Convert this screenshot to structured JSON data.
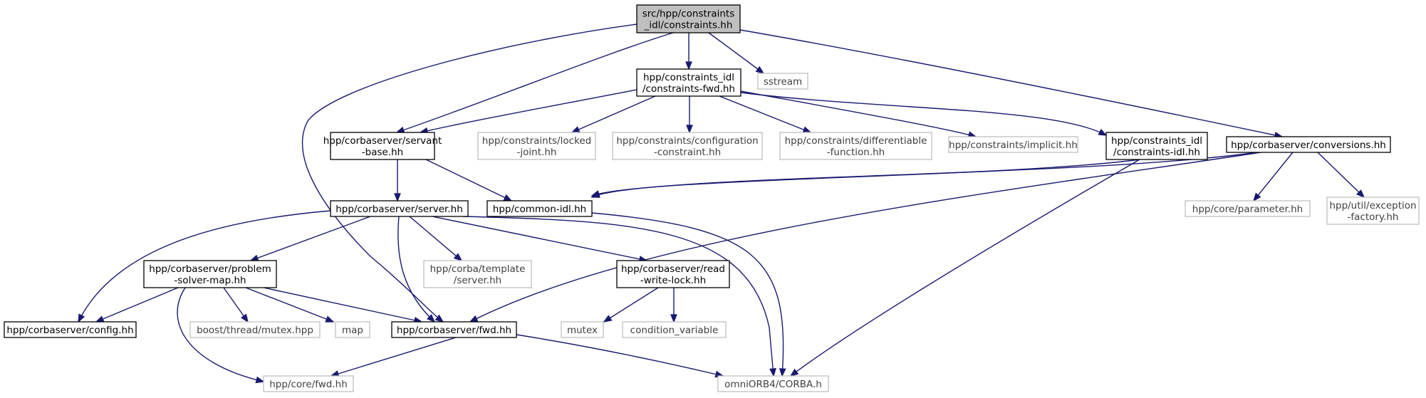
{
  "colors": {
    "edge": "#191970",
    "root_fill": "#bfbfbf",
    "documented_border": "#000000",
    "external_border": "#bfbfbf"
  },
  "nodes": [
    {
      "id": "root",
      "kind": "root",
      "lines": [
        "src/hpp/constraints",
        "_idl/constraints.hh"
      ]
    },
    {
      "id": "cfwd",
      "kind": "doc",
      "lines": [
        "hpp/constraints_idl",
        "/constraints-fwd.hh"
      ]
    },
    {
      "id": "sstream",
      "kind": "ext",
      "lines": [
        "sstream"
      ]
    },
    {
      "id": "sbase",
      "kind": "doc",
      "lines": [
        "hpp/corbaserver/servant",
        "-base.hh"
      ]
    },
    {
      "id": "locked",
      "kind": "ext",
      "lines": [
        "hpp/constraints/locked",
        "-joint.hh"
      ]
    },
    {
      "id": "confc",
      "kind": "ext",
      "lines": [
        "hpp/constraints/configuration",
        "-constraint.hh"
      ]
    },
    {
      "id": "difff",
      "kind": "ext",
      "lines": [
        "hpp/constraints/differentiable",
        "-function.hh"
      ]
    },
    {
      "id": "impl",
      "kind": "ext",
      "lines": [
        "hpp/constraints/implicit.hh"
      ]
    },
    {
      "id": "cidl",
      "kind": "doc",
      "lines": [
        "hpp/constraints_idl",
        "/constraints-idl.hh"
      ]
    },
    {
      "id": "conv",
      "kind": "doc",
      "lines": [
        "hpp/corbaserver/conversions.hh"
      ]
    },
    {
      "id": "server",
      "kind": "doc",
      "lines": [
        "hpp/corbaserver/server.hh"
      ]
    },
    {
      "id": "common",
      "kind": "doc",
      "lines": [
        "hpp/common-idl.hh"
      ]
    },
    {
      "id": "param",
      "kind": "ext",
      "lines": [
        "hpp/core/parameter.hh"
      ]
    },
    {
      "id": "excf",
      "kind": "ext",
      "lines": [
        "hpp/util/exception",
        "-factory.hh"
      ]
    },
    {
      "id": "psm",
      "kind": "doc",
      "lines": [
        "hpp/corbaserver/problem",
        "-solver-map.hh"
      ]
    },
    {
      "id": "tmpl",
      "kind": "ext",
      "lines": [
        "hpp/corba/template",
        "/server.hh"
      ]
    },
    {
      "id": "rwl",
      "kind": "doc",
      "lines": [
        "hpp/corbaserver/read",
        "-write-lock.hh"
      ]
    },
    {
      "id": "config",
      "kind": "doc",
      "lines": [
        "hpp/corbaserver/config.hh"
      ]
    },
    {
      "id": "mutexhpp",
      "kind": "ext",
      "lines": [
        "boost/thread/mutex.hpp"
      ]
    },
    {
      "id": "map",
      "kind": "ext",
      "lines": [
        "map"
      ]
    },
    {
      "id": "sfwd",
      "kind": "doc",
      "lines": [
        "hpp/corbaserver/fwd.hh"
      ]
    },
    {
      "id": "mutex",
      "kind": "ext",
      "lines": [
        "mutex"
      ]
    },
    {
      "id": "condvar",
      "kind": "ext",
      "lines": [
        "condition_variable"
      ]
    },
    {
      "id": "corefwd",
      "kind": "ext",
      "lines": [
        "hpp/core/fwd.hh"
      ]
    },
    {
      "id": "corba",
      "kind": "ext",
      "lines": [
        "omniORB4/CORBA.h"
      ]
    }
  ]
}
